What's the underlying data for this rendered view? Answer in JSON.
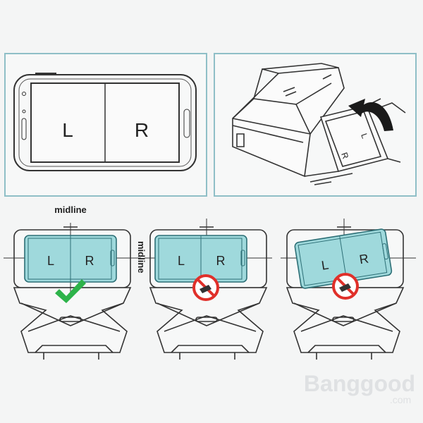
{
  "top_left_panel": {
    "left_label": "L",
    "right_label": "R"
  },
  "top_right_panel": {
    "left_label": "L",
    "right_label": "R"
  },
  "bottom_row": {
    "midline_horizontal_label": "midline",
    "midline_vertical_label": "midline",
    "panels": [
      {
        "left_label": "L",
        "right_label": "R",
        "status": "correct"
      },
      {
        "left_label": "L",
        "right_label": "R",
        "status": "incorrect"
      },
      {
        "left_label": "L",
        "right_label": "R",
        "status": "incorrect"
      }
    ]
  },
  "watermark": {
    "brand": "Banggood",
    "sub": ".com"
  },
  "colors": {
    "screen_fill": "#9fd9dc",
    "check_green": "#2db34a",
    "prohibit_red": "#e0302a",
    "panel_border": "#8fbfc7",
    "line": "#333333"
  }
}
